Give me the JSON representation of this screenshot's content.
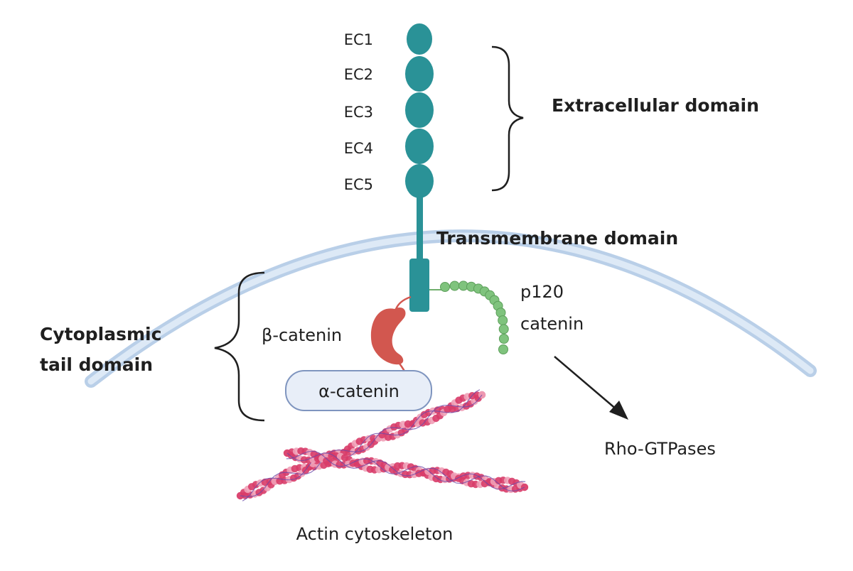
{
  "labels": {
    "ec1": "EC1",
    "ec2": "EC2",
    "ec3": "EC3",
    "ec4": "EC4",
    "ec5": "EC5",
    "extracellular": "Extracellular domain",
    "transmembrane": "Transmembrane domain",
    "p120_line1": "p120",
    "p120_line2": "catenin",
    "beta_catenin": "β-catenin",
    "cytoplasmic_line1": "Cytoplasmic",
    "cytoplasmic_line2": "tail domain",
    "alpha_catenin": "α-catenin",
    "rho_gtpases": "Rho-GTPases",
    "actin": "Actin cytoskeleton"
  },
  "colors": {
    "cadherin": "#2a9297",
    "membrane_outer": "#b9cfe8",
    "membrane_inner": "#dde9f6",
    "beta_catenin": "#d2574f",
    "p120": "#7fc37d",
    "alpha_fill": "#e8eef8",
    "alpha_stroke": "#7f95bf",
    "actin_bead": "#d83c69",
    "actin_bead_light": "#f0a0b7",
    "actin_strand": "#6b4aa8",
    "text": "#1f1f1f"
  }
}
